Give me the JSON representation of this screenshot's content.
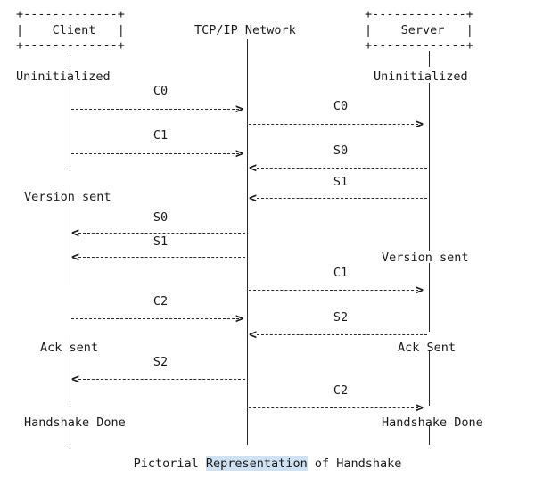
{
  "diagram": {
    "type": "ascii-sequence-diagram",
    "caption": {
      "before": "Pictorial ",
      "highlighted": "Representation",
      "after": " of Handshake",
      "highlight_color": "#cfe2f3",
      "full_text": "Pictorial Representation of Handshake"
    },
    "colors": {
      "background": "#ffffff",
      "ink": "#1a1a1a",
      "selection": "#cfe2f3"
    },
    "participants": [
      {
        "id": "client",
        "name": "Client",
        "boxed": true,
        "box_top": "+-------------+",
        "box_mid": "|    Client   |",
        "box_bottom": "+-------------+"
      },
      {
        "id": "network",
        "name": "TCP/IP Network",
        "boxed": false
      },
      {
        "id": "server",
        "name": "Server",
        "boxed": true,
        "box_top": "+-------------+",
        "box_mid": "|    Server   |",
        "box_bottom": "+-------------+"
      }
    ],
    "states": [
      {
        "id": "s1",
        "side": "client",
        "label": "Uninitialized"
      },
      {
        "id": "s2",
        "side": "server",
        "label": "Uninitialized"
      },
      {
        "id": "s3",
        "side": "client",
        "label": "Version sent"
      },
      {
        "id": "s4",
        "side": "server",
        "label": "Version sent"
      },
      {
        "id": "s5",
        "side": "client",
        "label": "Ack sent"
      },
      {
        "id": "s6",
        "side": "server",
        "label": "Ack Sent"
      },
      {
        "id": "s7",
        "side": "client",
        "label": "Handshake Done"
      },
      {
        "id": "s8",
        "side": "server",
        "label": "Handshake Done"
      }
    ],
    "messages": [
      {
        "id": "m1",
        "label": "C0",
        "lane": "left",
        "direction": "right",
        "from": "client",
        "to": "network"
      },
      {
        "id": "m2",
        "label": "C0",
        "lane": "right",
        "direction": "right",
        "from": "network",
        "to": "server"
      },
      {
        "id": "m3",
        "label": "C1",
        "lane": "left",
        "direction": "right",
        "from": "client",
        "to": "network"
      },
      {
        "id": "m4",
        "label": "S0",
        "lane": "right",
        "direction": "left",
        "from": "server",
        "to": "network"
      },
      {
        "id": "m5",
        "label": "S1",
        "lane": "right",
        "direction": "left",
        "from": "server",
        "to": "network"
      },
      {
        "id": "m6",
        "label": "S0",
        "lane": "left",
        "direction": "left",
        "from": "network",
        "to": "client"
      },
      {
        "id": "m7",
        "label": "S1",
        "lane": "left",
        "direction": "left",
        "from": "network",
        "to": "client"
      },
      {
        "id": "m8",
        "label": "C1",
        "lane": "right",
        "direction": "right",
        "from": "network",
        "to": "server"
      },
      {
        "id": "m9",
        "label": "C2",
        "lane": "left",
        "direction": "right",
        "from": "client",
        "to": "network"
      },
      {
        "id": "m10",
        "label": "S2",
        "lane": "right",
        "direction": "left",
        "from": "server",
        "to": "network"
      },
      {
        "id": "m11",
        "label": "S2",
        "lane": "left",
        "direction": "left",
        "from": "network",
        "to": "client"
      },
      {
        "id": "m12",
        "label": "C2",
        "lane": "right",
        "direction": "right",
        "from": "network",
        "to": "server"
      }
    ],
    "arrow_glyphs": {
      "right": ">",
      "left": "<"
    }
  }
}
